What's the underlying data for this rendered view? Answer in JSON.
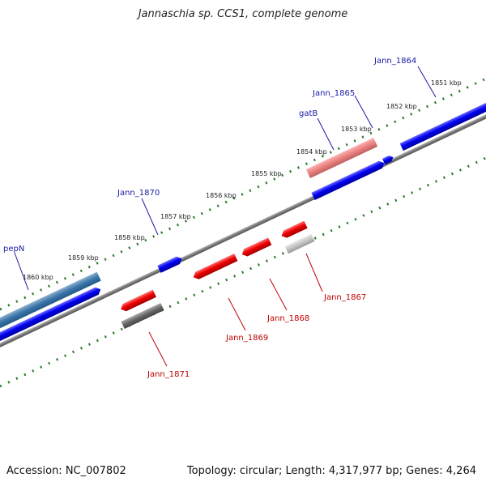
{
  "title": "Jannaschia sp. CCS1, complete genome",
  "footer": {
    "accession": "Accession: NC_007802",
    "topology": "Topology: circular; Length: 4,317,977 bp; Genes: 4,264"
  },
  "colors": {
    "forward_gene": "#0000ee",
    "reverse_gene": "#ee0000",
    "forward_label": "#1a1aa6",
    "reverse_label": "#c00000",
    "backbone": "#888888",
    "ticks": "#2a7a2a"
  },
  "kbp_labels": [
    "1851 kbp",
    "1852 kbp",
    "1853 kbp",
    "1854 kbp",
    "1855 kbp",
    "1856 kbp",
    "1857 kbp",
    "1858 kbp",
    "1859 kbp",
    "1860 kbp"
  ],
  "forward_genes": [
    "Jann_1864",
    "Jann_1865",
    "gatB",
    "Jann_1870",
    "pepN"
  ],
  "reverse_genes": [
    "Jann_1867",
    "Jann_1868",
    "Jann_1869",
    "Jann_1871"
  ]
}
